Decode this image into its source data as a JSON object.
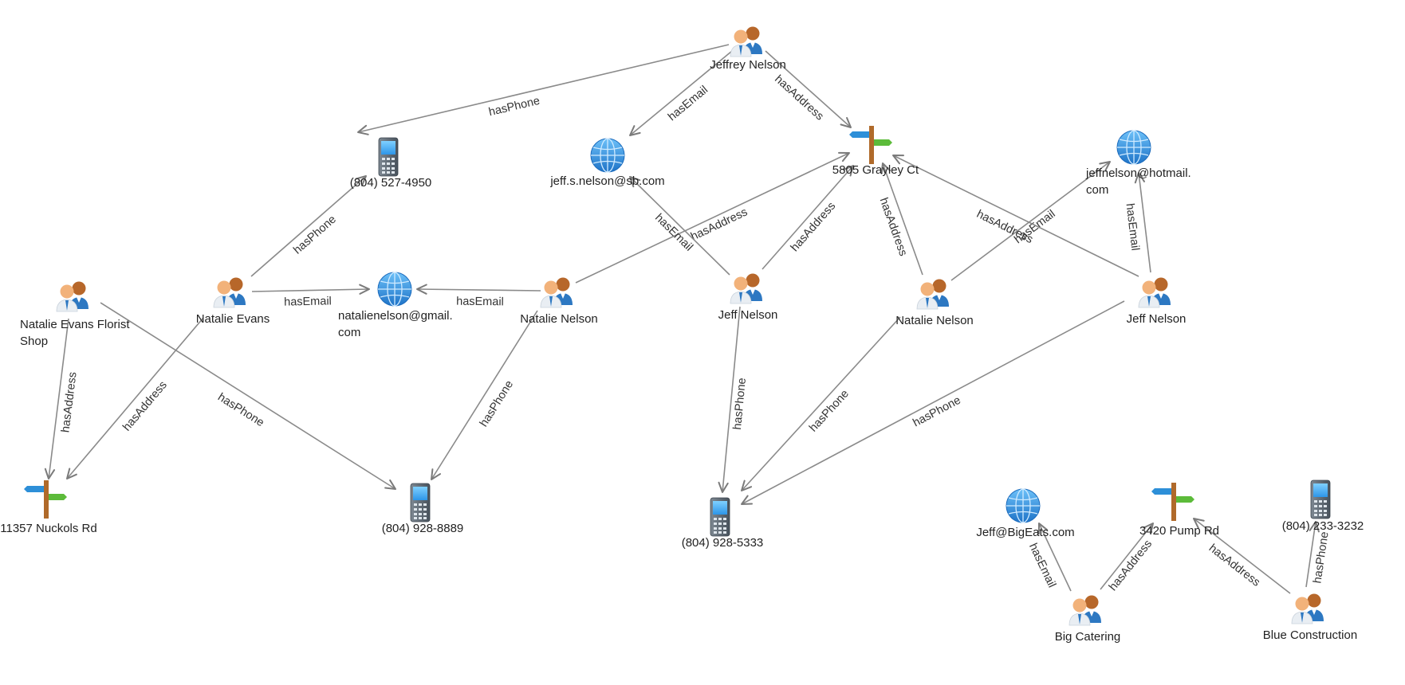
{
  "colors": {
    "edge": "#8a8a8a",
    "text": "#222222",
    "globe": "#2f8fe0",
    "phone": "#5a6570",
    "sign_post": "#b06a2a"
  },
  "nodes": [
    {
      "id": "jeffrey-nelson",
      "type": "person",
      "label": [
        "Jeffrey Nelson"
      ],
      "icon": "people-icon"
    },
    {
      "id": "phone-5274950",
      "type": "phone",
      "label": [
        "(804) 527-4950"
      ],
      "icon": "phone-icon"
    },
    {
      "id": "email-jeff-sb",
      "type": "email",
      "label": [
        "jeff.s.nelson@sb.com"
      ],
      "icon": "globe-icon"
    },
    {
      "id": "addr-grayley",
      "type": "address",
      "label": [
        "5805 Grayley Ct"
      ],
      "icon": "signpost-icon"
    },
    {
      "id": "email-hotmail",
      "type": "email",
      "label": [
        "jeffnelson@hotmail.",
        "com"
      ],
      "icon": "globe-icon"
    },
    {
      "id": "natalie-evans-florist",
      "type": "person",
      "label": [
        "Natalie Evans Florist",
        "Shop"
      ],
      "icon": "people-icon"
    },
    {
      "id": "natalie-evans",
      "type": "person",
      "label": [
        "Natalie Evans"
      ],
      "icon": "people-icon"
    },
    {
      "id": "email-natalie-gmail",
      "type": "email",
      "label": [
        "natalienelson@gmail.",
        "com"
      ],
      "icon": "globe-icon"
    },
    {
      "id": "natalie-nelson-1",
      "type": "person",
      "label": [
        "Natalie Nelson"
      ],
      "icon": "people-icon"
    },
    {
      "id": "jeff-nelson-1",
      "type": "person",
      "label": [
        "Jeff Nelson"
      ],
      "icon": "people-icon"
    },
    {
      "id": "natalie-nelson-2",
      "type": "person",
      "label": [
        "Natalie Nelson"
      ],
      "icon": "people-icon"
    },
    {
      "id": "jeff-nelson-2",
      "type": "person",
      "label": [
        "Jeff Nelson"
      ],
      "icon": "people-icon"
    },
    {
      "id": "addr-nuckols",
      "type": "address",
      "label": [
        "11357 Nuckols Rd"
      ],
      "icon": "signpost-icon"
    },
    {
      "id": "phone-9288889",
      "type": "phone",
      "label": [
        "(804) 928-8889"
      ],
      "icon": "phone-icon"
    },
    {
      "id": "phone-9285333",
      "type": "phone",
      "label": [
        "(804) 928-5333"
      ],
      "icon": "phone-icon"
    },
    {
      "id": "email-bigeats",
      "type": "email",
      "label": [
        "Jeff@BigEats.com"
      ],
      "icon": "globe-icon"
    },
    {
      "id": "addr-pump",
      "type": "address",
      "label": [
        "3420 Pump Rd"
      ],
      "icon": "signpost-icon"
    },
    {
      "id": "phone-2333232",
      "type": "phone",
      "label": [
        "(804) 233-3232"
      ],
      "icon": "phone-icon"
    },
    {
      "id": "big-catering",
      "type": "person",
      "label": [
        "Big Catering"
      ],
      "icon": "people-icon"
    },
    {
      "id": "blue-construction",
      "type": "person",
      "label": [
        "Blue Construction"
      ],
      "icon": "people-icon"
    }
  ],
  "edges": [
    {
      "from": "jeffrey-nelson",
      "to": "phone-5274950",
      "label": "hasPhone"
    },
    {
      "from": "jeffrey-nelson",
      "to": "email-jeff-sb",
      "label": "hasEmail"
    },
    {
      "from": "jeffrey-nelson",
      "to": "addr-grayley",
      "label": "hasAddress"
    },
    {
      "from": "natalie-evans",
      "to": "phone-5274950",
      "label": "hasPhone"
    },
    {
      "from": "natalie-evans",
      "to": "email-natalie-gmail",
      "label": "hasEmail"
    },
    {
      "from": "natalie-evans",
      "to": "addr-nuckols",
      "label": "hasAddress"
    },
    {
      "from": "natalie-evans-florist",
      "to": "addr-nuckols",
      "label": "hasAddress"
    },
    {
      "from": "natalie-evans-florist",
      "to": "phone-9288889",
      "label": "hasPhone"
    },
    {
      "from": "natalie-nelson-1",
      "to": "email-natalie-gmail",
      "label": "hasEmail"
    },
    {
      "from": "natalie-nelson-1",
      "to": "addr-grayley",
      "label": "hasAddress"
    },
    {
      "from": "natalie-nelson-1",
      "to": "phone-9288889",
      "label": "hasPhone"
    },
    {
      "from": "jeff-nelson-1",
      "to": "email-jeff-sb",
      "label": "hasEmail"
    },
    {
      "from": "jeff-nelson-1",
      "to": "addr-grayley",
      "label": "hasAddress"
    },
    {
      "from": "jeff-nelson-1",
      "to": "phone-9285333",
      "label": "hasPhone"
    },
    {
      "from": "natalie-nelson-2",
      "to": "addr-grayley",
      "label": "hasAddress"
    },
    {
      "from": "natalie-nelson-2",
      "to": "email-hotmail",
      "label": "hasEmail"
    },
    {
      "from": "natalie-nelson-2",
      "to": "phone-9285333",
      "label": "hasPhone"
    },
    {
      "from": "jeff-nelson-2",
      "to": "email-hotmail",
      "label": "hasEmail"
    },
    {
      "from": "jeff-nelson-2",
      "to": "addr-grayley",
      "label": "hasAddress"
    },
    {
      "from": "jeff-nelson-2",
      "to": "phone-9285333",
      "label": "hasPhone"
    },
    {
      "from": "big-catering",
      "to": "email-bigeats",
      "label": "hasEmail"
    },
    {
      "from": "big-catering",
      "to": "addr-pump",
      "label": "hasAddress"
    },
    {
      "from": "blue-construction",
      "to": "addr-pump",
      "label": "hasAddress"
    },
    {
      "from": "blue-construction",
      "to": "phone-2333232",
      "label": "hasPhone"
    }
  ]
}
